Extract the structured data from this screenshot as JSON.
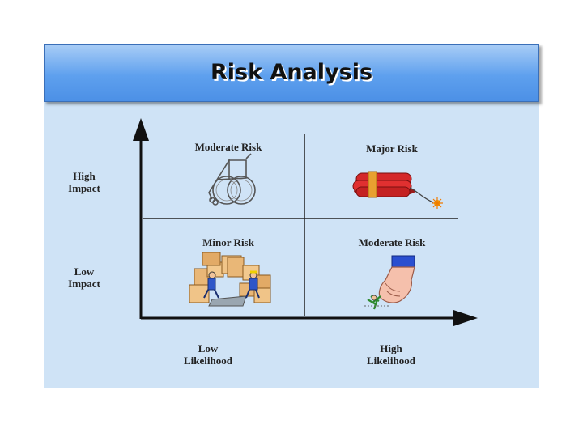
{
  "title": "Risk Analysis",
  "y_axis_labels": {
    "high_line1": "High",
    "high_line2": "Impact",
    "low_line1": "Low",
    "low_line2": "Impact"
  },
  "x_axis_labels": {
    "low_line1": "Low",
    "low_line2": "Likelihood",
    "high_line1": "High",
    "high_line2": "Likelihood"
  },
  "quadrants": {
    "top_left": "Moderate Risk",
    "top_right": "Major Risk",
    "bottom_left": "Minor Risk",
    "bottom_right": "Moderate Risk"
  },
  "icons": {
    "top_left": "wheelchair-icon",
    "top_right": "dynamite-icon",
    "bottom_left": "boxes-falling-icon",
    "bottom_right": "hand-squashing-figure-icon"
  },
  "colors": {
    "title_bar": "#5ea0ee",
    "panel": "#cfe3f6",
    "dynamite": "#d4282a"
  }
}
